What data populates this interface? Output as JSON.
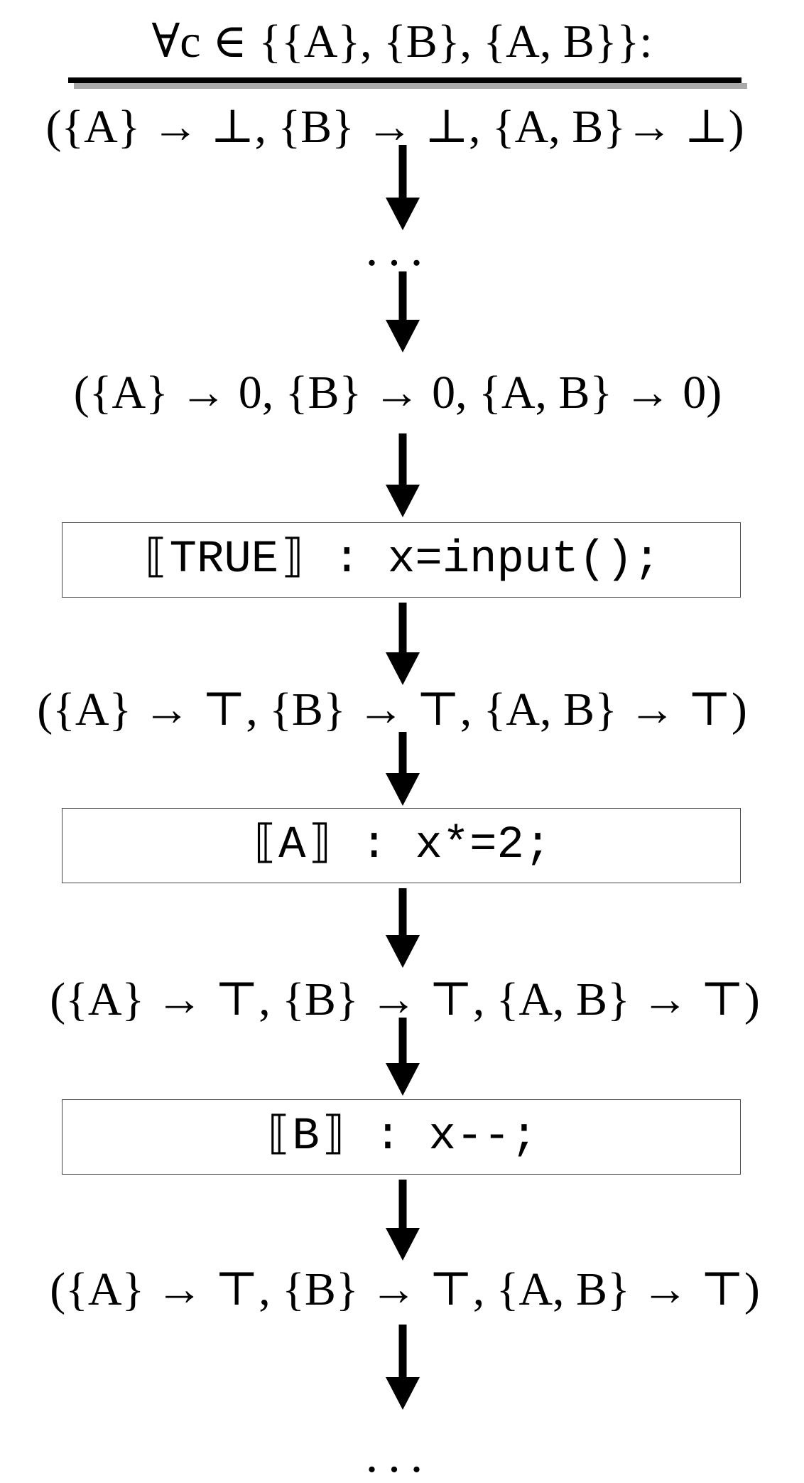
{
  "title": "∀c ∈ {{A}, {B}, {A, B}}:",
  "states": [
    "({A} → ⊥, {B} → ⊥, {A, B}→ ⊥)",
    "({A} → 0, {B} → 0, {A, B} → 0)",
    "({A} → ⊤, {B} → ⊤, {A, B} → ⊤)",
    "({A} → ⊤, {B} → ⊤, {A, B} → ⊤)",
    "({A} → ⊤, {B} → ⊤, {A, B} → ⊤)"
  ],
  "ellipsis": "...",
  "statements": [
    "⟦TRUE⟧ : x=input();",
    "⟦A⟧ : x*=2;",
    "⟦B⟧ : x--;"
  ]
}
